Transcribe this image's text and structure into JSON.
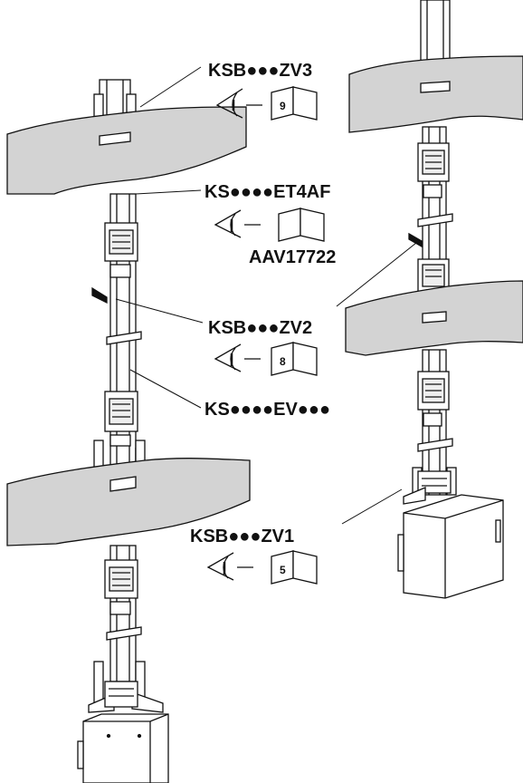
{
  "labels": {
    "ksb_zv3": "KSB●●●ZV3",
    "ks_et4af": "KS●●●●ET4AF",
    "aav": "AAV17722",
    "ksb_zv2": "KSB●●●ZV2",
    "ks_ev": "KS●●●●EV●●●",
    "ksb_zv1": "KSB●●●ZV1"
  },
  "book_refs": {
    "zv3_page": "9",
    "zv2_page": "8",
    "zv1_page": "5"
  },
  "colors": {
    "floor_slab": "#d3d3d3",
    "line": "#111111",
    "busbar": "#ffffff"
  }
}
